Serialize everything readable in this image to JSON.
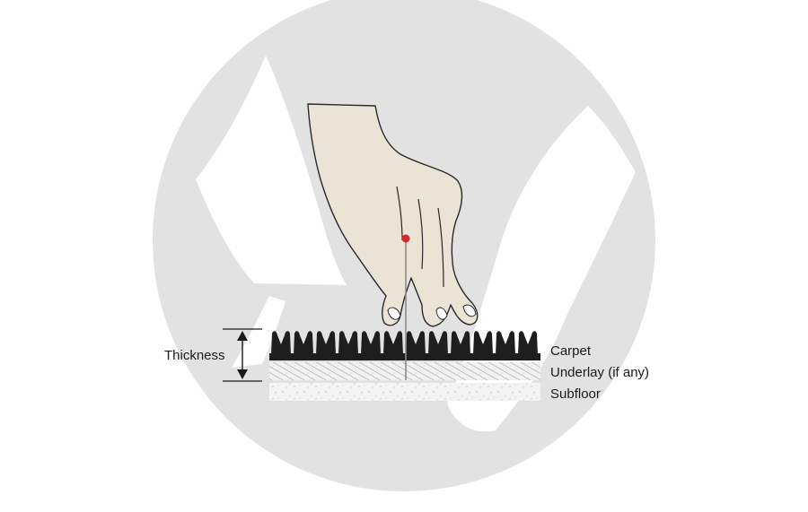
{
  "labels": {
    "thickness": "Thickness",
    "carpet": "Carpet",
    "underlay": "Underlay (if any)",
    "subfloor": "Subfloor"
  },
  "colors": {
    "logo_circle": "#e2e2e2",
    "background": "#ffffff",
    "skin": "#ebe4d6",
    "carpet_tuft": "#1e1e1e",
    "pin_head": "#d9272e",
    "underlay": "#ececec",
    "subfloor": "#f1f1f1"
  },
  "icons": {
    "watermark": "logo-watermark",
    "hand": "hand-with-pin",
    "arrow": "double-headed-arrow"
  }
}
